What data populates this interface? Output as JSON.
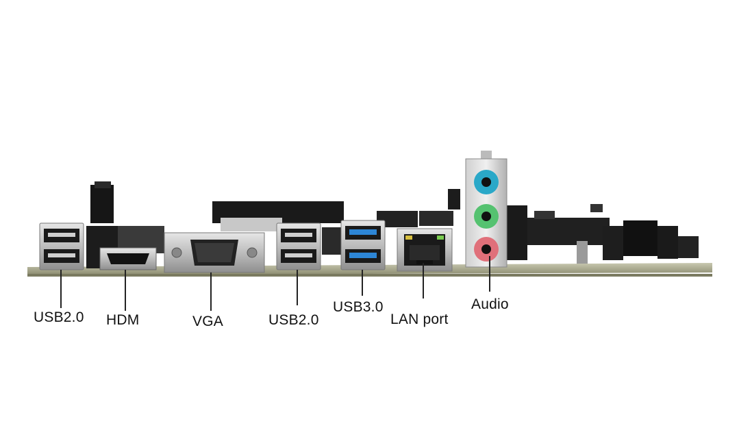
{
  "labels": {
    "usb2_left": "USB2.0",
    "hdmi": "HDM",
    "vga": "VGA",
    "usb2_mid": "USB2.0",
    "usb3": "USB3.0",
    "lan": "LAN port",
    "audio": "Audio"
  },
  "colors": {
    "pcb": "#b6b69a",
    "pcb_edge": "#8c8c70",
    "port_metal": "#c9c9c9",
    "port_dark": "#1c1c1c",
    "usb3_blue": "#2d86d6",
    "audio_blue": "#2aa8c8",
    "audio_green": "#55c270",
    "audio_pink": "#e0707a",
    "black_parts": "#1e1e1e"
  }
}
